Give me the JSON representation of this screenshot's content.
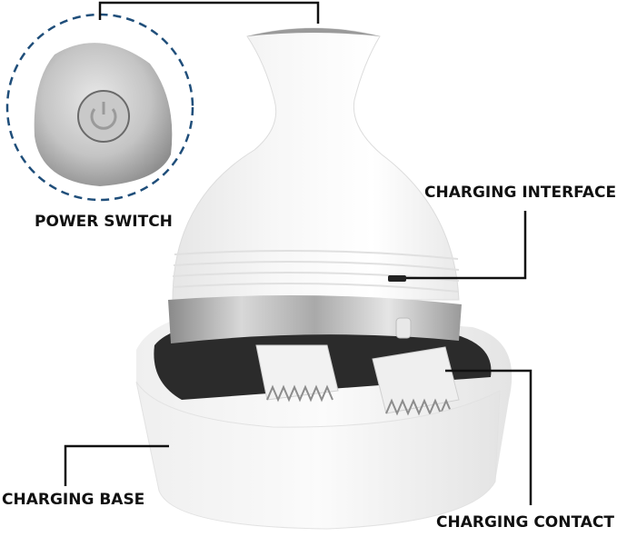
{
  "image": {
    "subject": "electric scalp massager on charging base",
    "background": "#ffffff",
    "callout_line_color": "#111111",
    "dashed_circle_color": "#1f4e7a"
  },
  "labels": {
    "power_switch": "POWER SWITCH",
    "charging_interface": "CHARGING INTERFACE",
    "charging_base": "CHARGING BASE",
    "charging_contact": "CHARGING CONTACT"
  },
  "icons": {
    "power_button": "power-icon"
  }
}
